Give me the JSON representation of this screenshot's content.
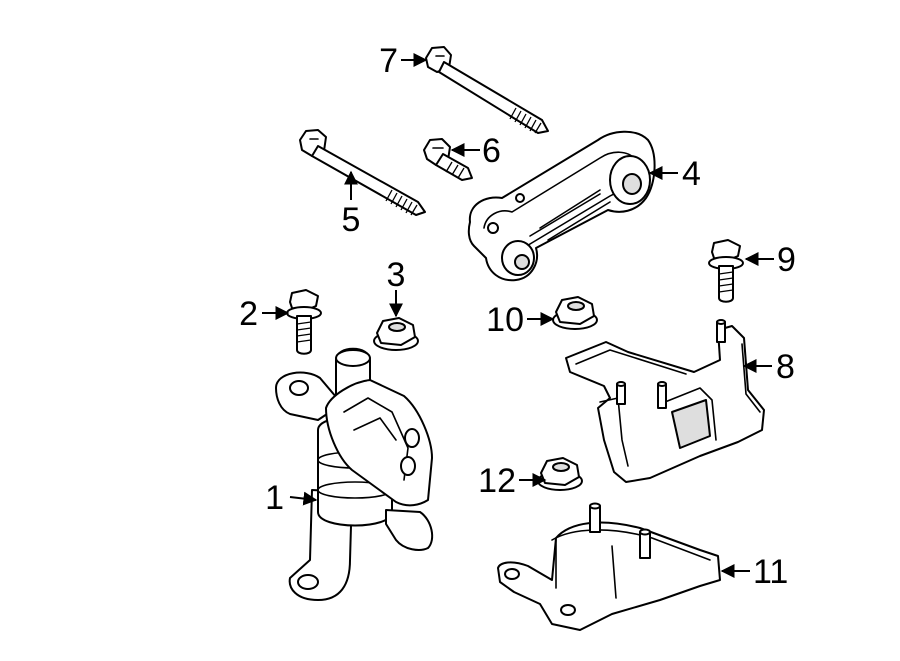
{
  "callouts": [
    {
      "id": "1",
      "label": "1"
    },
    {
      "id": "2",
      "label": "2"
    },
    {
      "id": "3",
      "label": "3"
    },
    {
      "id": "4",
      "label": "4"
    },
    {
      "id": "5",
      "label": "5"
    },
    {
      "id": "6",
      "label": "6"
    },
    {
      "id": "7",
      "label": "7"
    },
    {
      "id": "8",
      "label": "8"
    },
    {
      "id": "9",
      "label": "9"
    },
    {
      "id": "10",
      "label": "10"
    },
    {
      "id": "11",
      "label": "11"
    },
    {
      "id": "12",
      "label": "12"
    }
  ],
  "colors": {
    "line": "#000000",
    "background": "#ffffff",
    "shade": "#dedede"
  }
}
